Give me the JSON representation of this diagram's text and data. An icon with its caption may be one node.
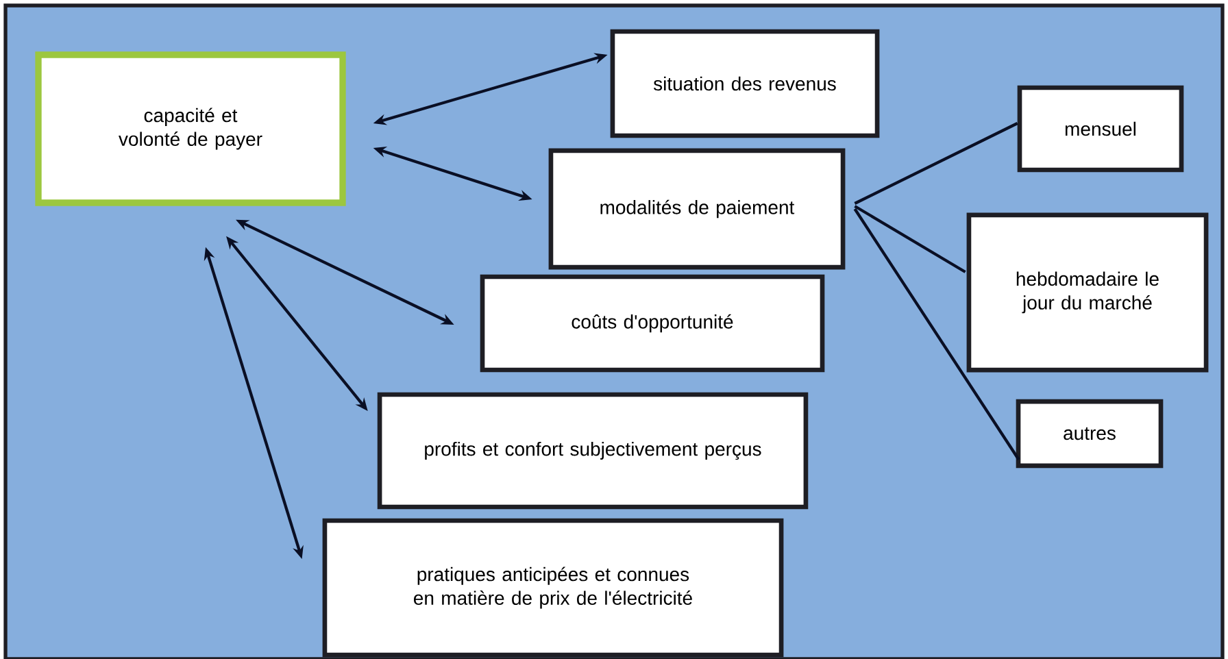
{
  "diagram": {
    "nodes": [
      {
        "text": [
          "capacité et volonté de payer"
        ]
      },
      {
        "text": [
          "situation des revenus"
        ]
      },
      {
        "text": [
          "modalités de paiement"
        ]
      },
      {
        "text": [
          "coûts d'opportunité"
        ]
      },
      {
        "text": [
          "profits et confort subjectivement perçus"
        ]
      },
      {
        "text": [
          "pratiques anticipées et connues en matière de prix de l'électricité"
        ]
      },
      {
        "text": [
          "mensuel"
        ]
      },
      {
        "text": [
          "hebdomadaire le jour du marché"
        ]
      },
      {
        "text": [
          "autres"
        ]
      }
    ],
    "edges": [
      {
        "from": 0,
        "to": 1,
        "arrow": "both"
      },
      {
        "from": 0,
        "to": 2,
        "arrow": "both"
      },
      {
        "from": 0,
        "to": 3,
        "arrow": "both"
      },
      {
        "from": 0,
        "to": 4,
        "arrow": "both"
      },
      {
        "from": 0,
        "to": 5,
        "arrow": "both"
      },
      {
        "from": 2,
        "to": 6,
        "arrow": "none"
      },
      {
        "from": 2,
        "to": 7,
        "arrow": "none"
      },
      {
        "from": 2,
        "to": 8,
        "arrow": "none"
      }
    ]
  }
}
